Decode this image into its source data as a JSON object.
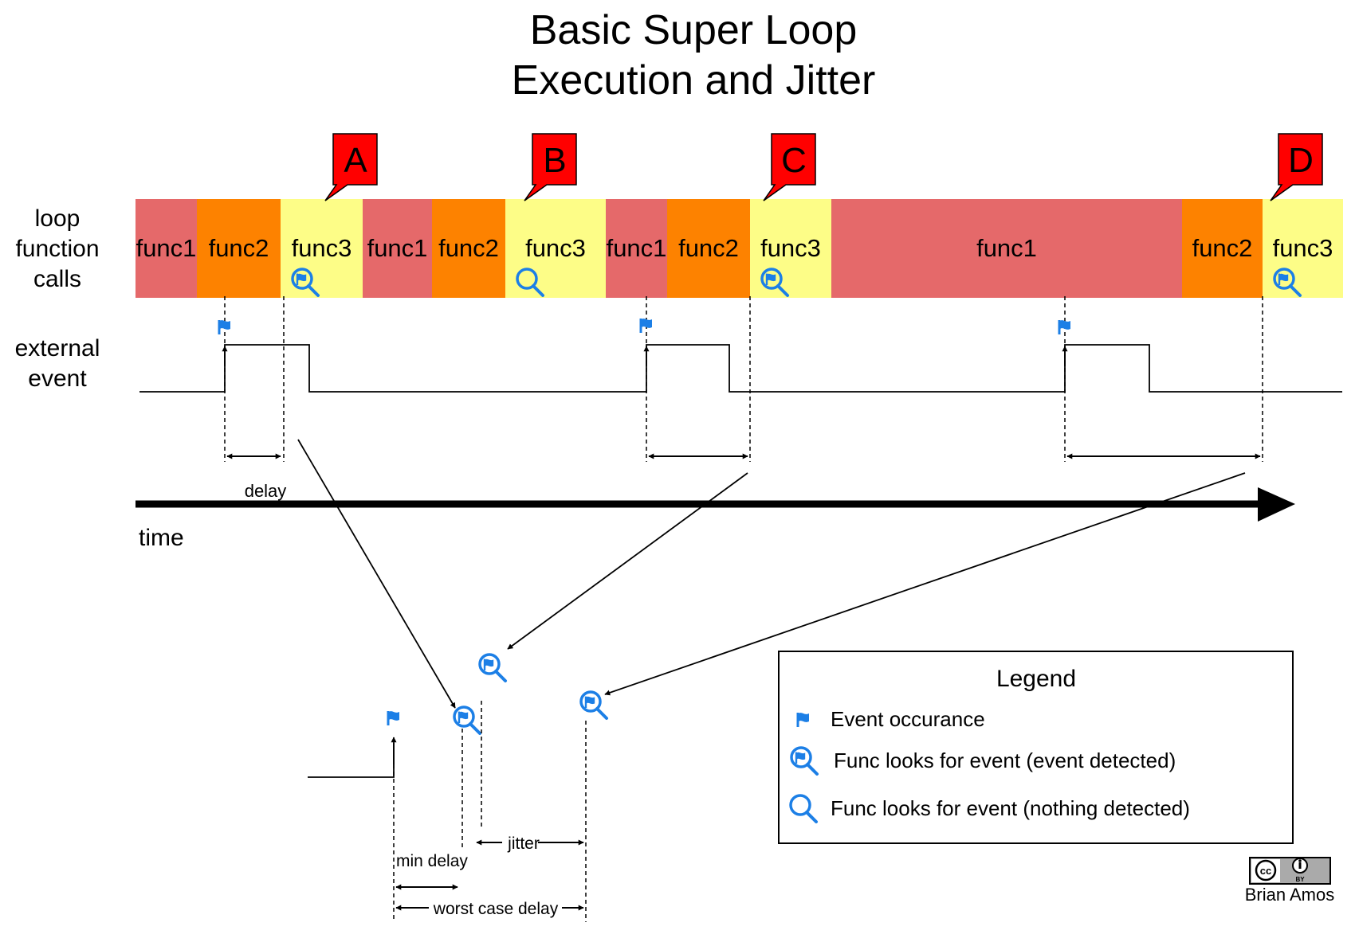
{
  "title": {
    "line1": "Basic Super Loop",
    "line2": "Execution and Jitter"
  },
  "row_labels": {
    "loop": [
      "loop",
      "function",
      "calls"
    ],
    "event": [
      "external",
      "event"
    ],
    "time": "time"
  },
  "colors": {
    "func1": "#e5696a",
    "func2": "#fd8200",
    "func3": "#fdfd87",
    "callout": "#ff0000",
    "icon": "#1c7fe6",
    "ink": "#000000"
  },
  "timeline": [
    {
      "label": "func1",
      "kind": "func1"
    },
    {
      "label": "func2",
      "kind": "func2"
    },
    {
      "label": "func3",
      "kind": "func3",
      "icon": "detected"
    },
    {
      "label": "func1",
      "kind": "func1"
    },
    {
      "label": "func2",
      "kind": "func2"
    },
    {
      "label": "func3",
      "kind": "func3",
      "icon": "nothing"
    },
    {
      "label": "func1",
      "kind": "func1"
    },
    {
      "label": "func2",
      "kind": "func2"
    },
    {
      "label": "func3",
      "kind": "func3",
      "icon": "detected"
    },
    {
      "label": "func1",
      "kind": "func1"
    },
    {
      "label": "func2",
      "kind": "func2"
    },
    {
      "label": "func3",
      "kind": "func3",
      "icon": "detected"
    }
  ],
  "callouts": [
    "A",
    "B",
    "C",
    "D"
  ],
  "annotations": {
    "delay": "delay",
    "jitter": "jitter",
    "min_delay": "min delay",
    "worst_case_delay": "worst case delay"
  },
  "legend": {
    "title": "Legend",
    "event": "Event occurance",
    "detected": "Func looks for event (event detected)",
    "nothing": "Func looks for event (nothing detected)"
  },
  "credit": {
    "badge_left": "cc",
    "badge_right": "BY",
    "author": "Brian Amos"
  }
}
